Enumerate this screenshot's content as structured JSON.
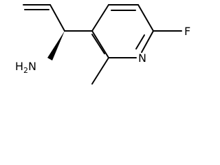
{
  "molecule": {
    "atoms": {
      "amine": {
        "main": "H",
        "subscript": "2",
        "tail": "N"
      },
      "ring_nitrogen": "N",
      "fluorine": "F"
    },
    "colors": {
      "bond": "#000000",
      "label": "#000000",
      "background": "#ffffff"
    }
  }
}
